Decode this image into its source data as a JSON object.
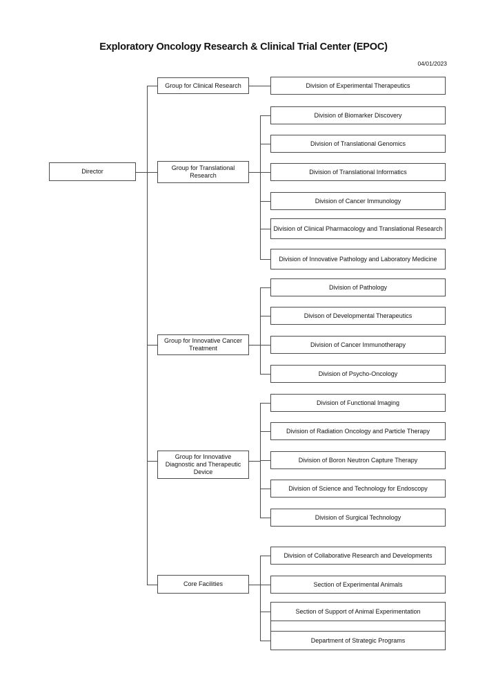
{
  "title": "Exploratory Oncology Research & Clinical Trial Center (EPOC)",
  "date": "04/01/2023",
  "root": {
    "label": "Director"
  },
  "groups": [
    {
      "label": "Group for Clinical Research",
      "divisions": [
        "Division of Experimental Therapeutics"
      ]
    },
    {
      "label": "Group for Translational Research",
      "divisions": [
        "Division of Biomarker Discovery",
        "Division of Translational Genomics",
        "Division of Translational Informatics",
        "Division of Cancer Immunology",
        "Division of Clinical Pharmacology and Translational Research",
        "Division of Innovative Pathology and Laboratory Medicine"
      ]
    },
    {
      "label": "Group for Innovative Cancer Treatment",
      "divisions": [
        "Division of Pathology",
        "Divison of Developmental Therapeutics",
        "Division of Cancer Immunotherapy",
        "Division of Psycho-Oncology"
      ]
    },
    {
      "label": "Group for Innovative Diagnostic and Therapeutic Device",
      "divisions": [
        "Division of Functional Imaging",
        "Division of Radiation Oncology and Particle Therapy",
        "Division of Boron Neutron Capture Therapy",
        "Division of Science and Technology for Endoscopy",
        "Division of Surgical Technology"
      ]
    },
    {
      "label": "Core Facilities",
      "divisions": [
        "Division of Collaborative Research and Developments",
        "Section of Experimental Animals",
        "Section of Support of Animal Experimentation",
        "Department of Strategic Programs"
      ]
    }
  ],
  "colors": {
    "line": "#4a4a4a",
    "text": "#111111",
    "background": "#ffffff"
  }
}
